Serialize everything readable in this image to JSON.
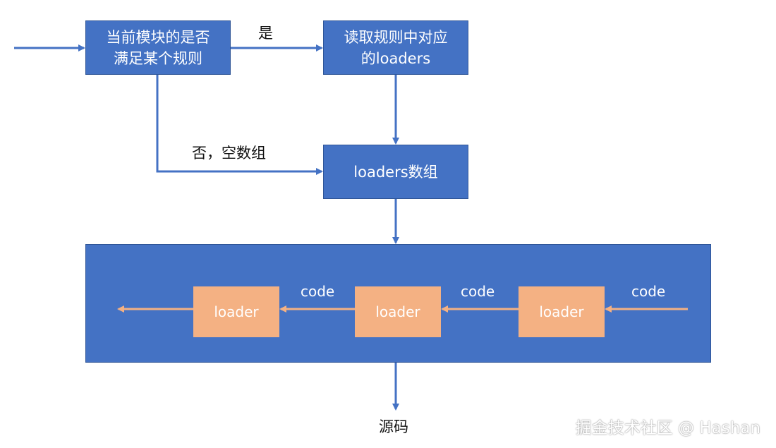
{
  "nodes": {
    "check": {
      "line1": "当前模块的是否",
      "line2": "满足某个规则"
    },
    "read": {
      "line1": "读取规则中对应",
      "line2": "的loaders"
    },
    "array": {
      "label": "loaders数组"
    },
    "loaders": [
      "loader",
      "loader",
      "loader"
    ]
  },
  "edges": {
    "yes": "是",
    "no": "否，空数组",
    "code": [
      "code",
      "code",
      "code"
    ]
  },
  "output": "源码",
  "watermark": "掘金技术社区 @ Hashan",
  "colors": {
    "box": "#4472c4",
    "loader": "#f4b183",
    "arrow": "#4472c4",
    "inner_arrow": "#f4b183"
  }
}
